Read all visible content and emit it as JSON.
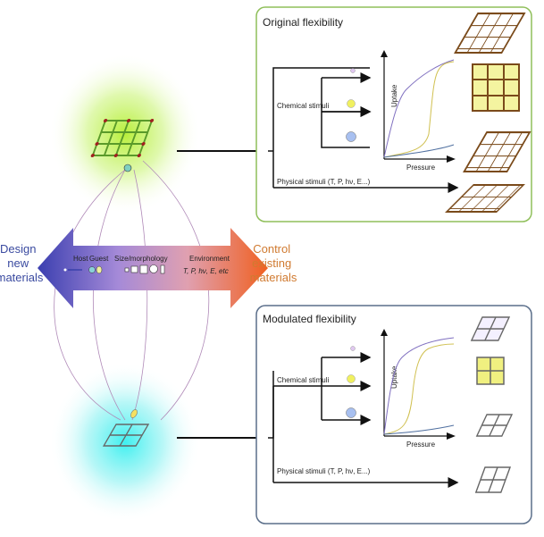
{
  "top_panel": {
    "title": "Original flexibility",
    "chemical_label": "Chemical stimuli",
    "physical_label": "Physical stimuli (T, P, hν, E...)",
    "y_axis": "Uptake",
    "x_axis": "Pressure"
  },
  "bottom_panel": {
    "title": "Modulated flexibility",
    "chemical_label": "Chemical stimuli",
    "physical_label": "Physical stimuli (T, P, hν, E...)",
    "y_axis": "Uptake",
    "x_axis": "Pressure"
  },
  "arrow": {
    "left_label": [
      "Design",
      "new",
      "materials"
    ],
    "right_label": [
      "Control",
      "existing",
      "materials"
    ],
    "host": "Host",
    "guest": "Guest",
    "size": "Size/morphology",
    "environment": "Environment",
    "environment_sub": "T, P, hν, E, etc"
  },
  "colors": {
    "top_border": "#8fbf5a",
    "bottom_border": "#5a6e8a",
    "arrow_left": "#3b3fb0",
    "arrow_right": "#f06020",
    "control_text": "#d07a30",
    "design_text": "#3a4aa0"
  }
}
